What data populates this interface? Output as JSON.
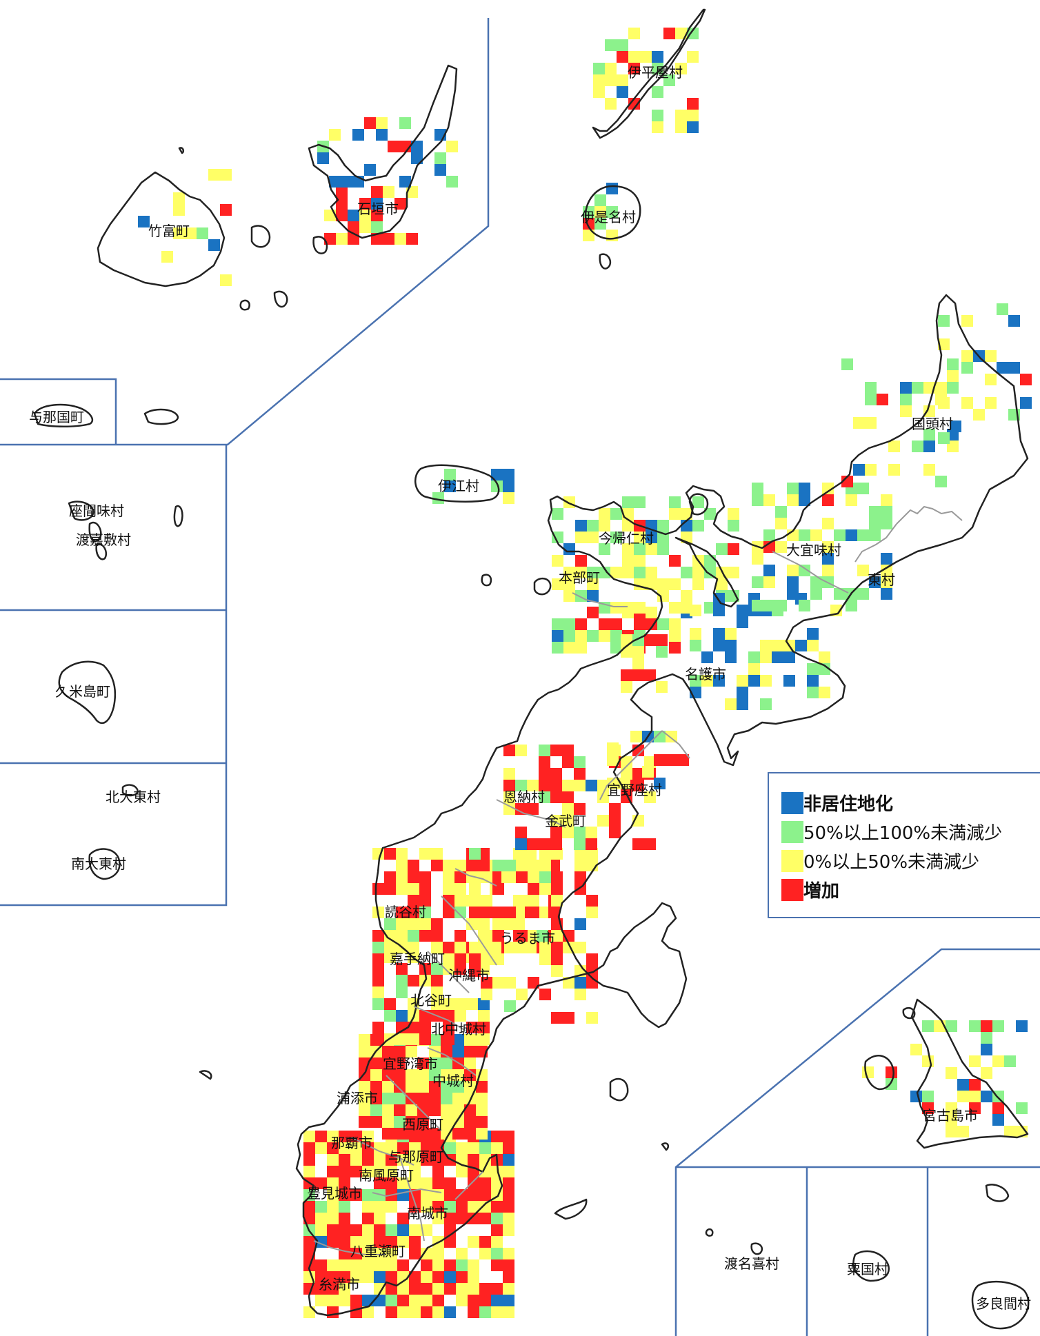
{
  "colors": {
    "non_residential": "#1a73c2",
    "decrease_50_100": "#8cf28c",
    "decrease_0_50": "#ffff66",
    "increase": "#ff2222",
    "frame": "#4a72b0",
    "coast": "#222222",
    "boundary": "#9a9a9a"
  },
  "legend": {
    "items": [
      {
        "key": "non_residential",
        "label": "非居住地化"
      },
      {
        "key": "decrease_50_100",
        "label": "50%以上100%未満減少"
      },
      {
        "key": "decrease_0_50",
        "label": "0%以上50%未満減少"
      },
      {
        "key": "increase",
        "label": "増加"
      }
    ]
  },
  "places": [
    {
      "id": "iheya",
      "label": "伊平屋村"
    },
    {
      "id": "izena",
      "label": "伊是名村"
    },
    {
      "id": "ishigaki",
      "label": "石垣市"
    },
    {
      "id": "taketomi",
      "label": "竹富町"
    },
    {
      "id": "yonaguni",
      "label": "与那国町"
    },
    {
      "id": "kunigami",
      "label": "国頭村"
    },
    {
      "id": "ie",
      "label": "伊江村"
    },
    {
      "id": "nakijin",
      "label": "今帰仁村"
    },
    {
      "id": "ogimi",
      "label": "大宜味村"
    },
    {
      "id": "motobu",
      "label": "本部町"
    },
    {
      "id": "higashi",
      "label": "東村"
    },
    {
      "id": "nago",
      "label": "名護市"
    },
    {
      "id": "zamami",
      "label": "座間味村"
    },
    {
      "id": "tokashiki",
      "label": "渡嘉敷村"
    },
    {
      "id": "kumejima",
      "label": "久米島町"
    },
    {
      "id": "kitadaito",
      "label": "北大東村"
    },
    {
      "id": "minamidaito",
      "label": "南大東村"
    },
    {
      "id": "onna",
      "label": "恩納村"
    },
    {
      "id": "ginoza",
      "label": "宜野座村"
    },
    {
      "id": "kin",
      "label": "金武町"
    },
    {
      "id": "yomitan",
      "label": "読谷村"
    },
    {
      "id": "uruma",
      "label": "うるま市"
    },
    {
      "id": "kadena",
      "label": "嘉手納町"
    },
    {
      "id": "okinawa",
      "label": "沖縄市"
    },
    {
      "id": "chatan",
      "label": "北谷町"
    },
    {
      "id": "kitanakagusuku",
      "label": "北中城村"
    },
    {
      "id": "ginowan",
      "label": "宜野湾市"
    },
    {
      "id": "nakagusuku",
      "label": "中城村"
    },
    {
      "id": "urasoe",
      "label": "浦添市"
    },
    {
      "id": "nishihara",
      "label": "西原町"
    },
    {
      "id": "naha",
      "label": "那覇市"
    },
    {
      "id": "yonabaru",
      "label": "与那原町"
    },
    {
      "id": "haebaru",
      "label": "南風原町"
    },
    {
      "id": "tomigusuku",
      "label": "豊見城市"
    },
    {
      "id": "nanjo",
      "label": "南城市"
    },
    {
      "id": "yaese",
      "label": "八重瀬町"
    },
    {
      "id": "itoman",
      "label": "糸満市"
    },
    {
      "id": "miyakojima",
      "label": "宮古島市"
    },
    {
      "id": "tonaki",
      "label": "渡名喜村"
    },
    {
      "id": "aguni",
      "label": "粟国村"
    },
    {
      "id": "tarama",
      "label": "多良間村"
    }
  ]
}
